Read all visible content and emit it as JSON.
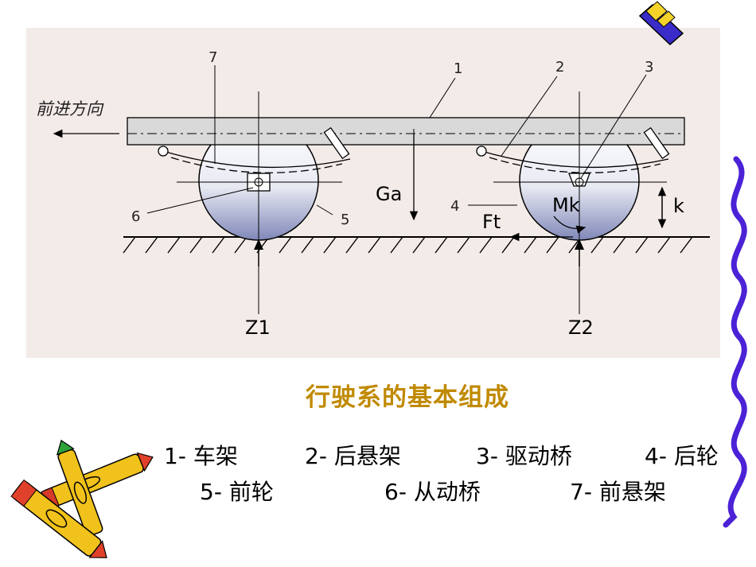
{
  "diagram": {
    "direction_label": "前进方向",
    "callouts": [
      "1",
      "2",
      "3",
      "4",
      "5",
      "6",
      "7"
    ],
    "force_labels": {
      "ga": "Ga",
      "ft": "Ft",
      "mk": "Mk",
      "k": "k",
      "z1": "Z1",
      "z2": "Z2"
    }
  },
  "title": "行驶系的基本组成",
  "legend": {
    "row1": [
      "1- 车架",
      "2- 后悬架",
      "3- 驱动桥",
      "4- 后轮"
    ],
    "row2": [
      "5- 前轮",
      "6- 从动桥",
      "7- 前悬架"
    ]
  }
}
